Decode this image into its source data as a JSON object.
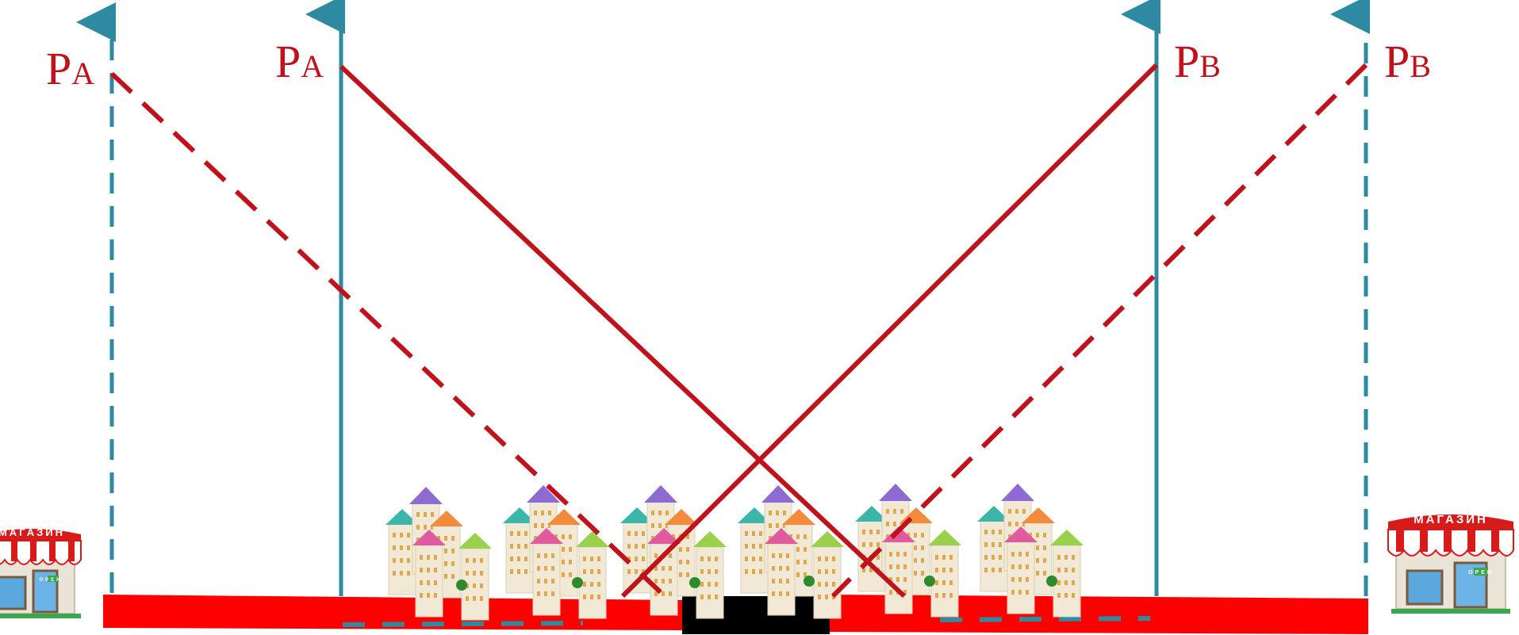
{
  "labels": {
    "pa_left": "P",
    "pa_left_sub": "A",
    "pa_right": "P",
    "pa_right_sub": "A",
    "pb_left": "P",
    "pb_left_sub": "B",
    "pb_right": "P",
    "pb_right_sub": "B"
  },
  "shops": {
    "left_sign": "МАГАЗИН",
    "right_sign": "МАГАЗИН",
    "door_sign": "OPEN"
  },
  "colors": {
    "axis": "#2e8aa0",
    "price_line": "#c0121a",
    "road": "#ff0000",
    "center_block": "#000000"
  },
  "icons": {
    "left_shop": "store-icon",
    "right_shop": "store-icon",
    "city": "city-buildings-icon"
  }
}
